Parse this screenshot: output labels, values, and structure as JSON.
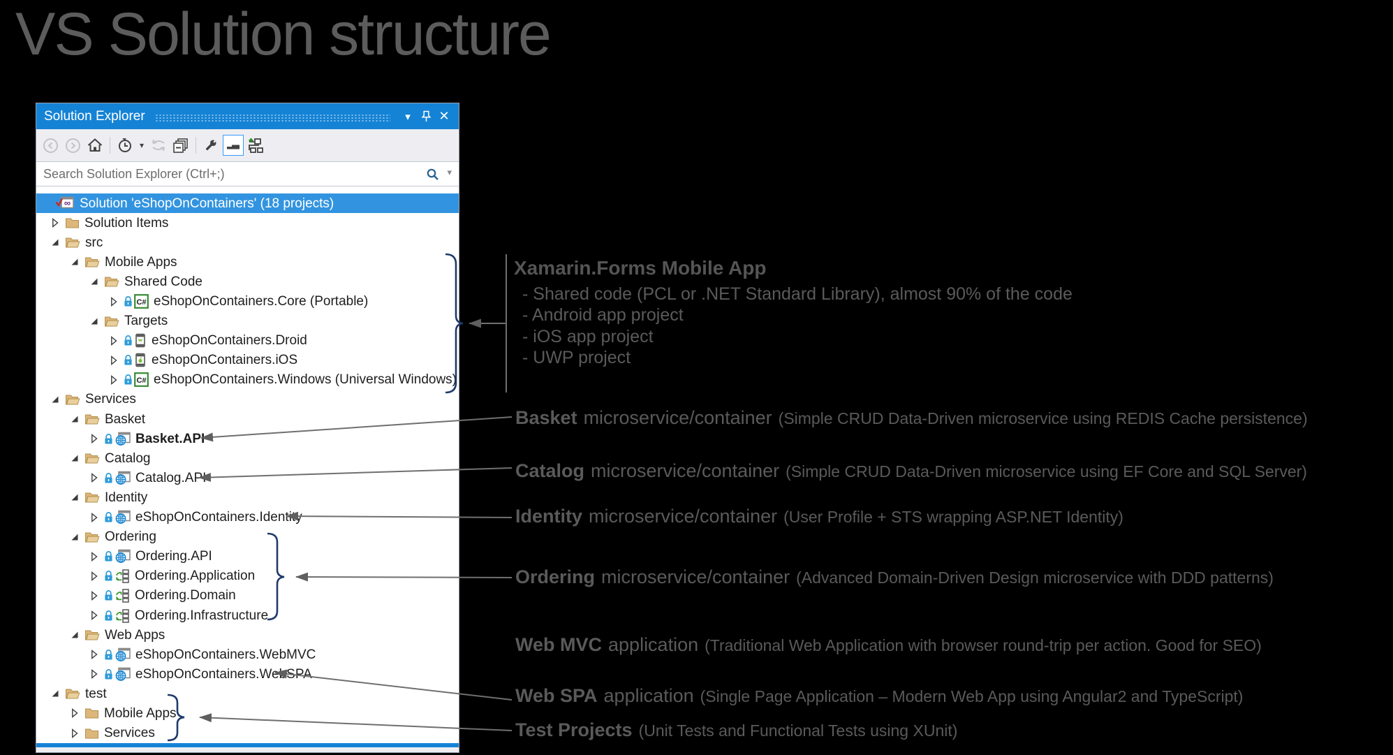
{
  "page": {
    "title": "VS Solution structure"
  },
  "panel": {
    "title": "Solution Explorer",
    "titlebar_buttons": [
      "window-position-menu",
      "pin",
      "close"
    ],
    "toolbar_icons": [
      "back",
      "forward",
      "home",
      "pending-changes-filter",
      "filter-dropdown",
      "sync-with-active-document",
      "collapse-all",
      "properties",
      "preview-selected-items",
      "new-solution-explorer-view"
    ],
    "search": {
      "placeholder": "Search Solution Explorer (Ctrl+;)",
      "value": ""
    },
    "tree": [
      {
        "level": 0,
        "expand": "none",
        "icon": "solution",
        "label": "Solution 'eShopOnContainers' (18 projects)",
        "selected": true
      },
      {
        "level": 1,
        "expand": "collapsed",
        "icon": "folder-closed",
        "label": "Solution Items"
      },
      {
        "level": 1,
        "expand": "expanded",
        "icon": "folder-open",
        "label": "src"
      },
      {
        "level": 2,
        "expand": "expanded",
        "icon": "folder-open",
        "label": "Mobile Apps"
      },
      {
        "level": 3,
        "expand": "expanded",
        "icon": "folder-open",
        "label": "Shared Code"
      },
      {
        "level": 4,
        "expand": "collapsed",
        "icon": "csharp",
        "lock": true,
        "label": "eShopOnContainers.Core (Portable)"
      },
      {
        "level": 3,
        "expand": "expanded",
        "icon": "folder-open",
        "label": "Targets"
      },
      {
        "level": 4,
        "expand": "collapsed",
        "icon": "android",
        "lock": true,
        "label": "eShopOnContainers.Droid"
      },
      {
        "level": 4,
        "expand": "collapsed",
        "icon": "ios",
        "lock": true,
        "label": "eShopOnContainers.iOS"
      },
      {
        "level": 4,
        "expand": "collapsed",
        "icon": "csharp",
        "lock": true,
        "label": "eShopOnContainers.Windows (Universal Windows)"
      },
      {
        "level": 1,
        "expand": "expanded",
        "icon": "folder-open",
        "label": "Services"
      },
      {
        "level": 2,
        "expand": "expanded",
        "icon": "folder-open",
        "label": "Basket"
      },
      {
        "level": 3,
        "expand": "collapsed",
        "icon": "web",
        "lock": true,
        "label": "Basket.API",
        "bold": true
      },
      {
        "level": 2,
        "expand": "expanded",
        "icon": "folder-open",
        "label": "Catalog"
      },
      {
        "level": 3,
        "expand": "collapsed",
        "icon": "web",
        "lock": true,
        "label": "Catalog.API"
      },
      {
        "level": 2,
        "expand": "expanded",
        "icon": "folder-open",
        "label": "Identity"
      },
      {
        "level": 3,
        "expand": "collapsed",
        "icon": "web",
        "lock": true,
        "label": "eShopOnContainers.Identity"
      },
      {
        "level": 2,
        "expand": "expanded",
        "icon": "folder-open",
        "label": "Ordering"
      },
      {
        "level": 3,
        "expand": "collapsed",
        "icon": "web",
        "lock": true,
        "label": "Ordering.API"
      },
      {
        "level": 3,
        "expand": "collapsed",
        "icon": "lib",
        "lock": true,
        "label": "Ordering.Application"
      },
      {
        "level": 3,
        "expand": "collapsed",
        "icon": "lib",
        "lock": true,
        "label": "Ordering.Domain"
      },
      {
        "level": 3,
        "expand": "collapsed",
        "icon": "lib",
        "lock": true,
        "label": "Ordering.Infrastructure"
      },
      {
        "level": 2,
        "expand": "expanded",
        "icon": "folder-open",
        "label": "Web Apps"
      },
      {
        "level": 3,
        "expand": "collapsed",
        "icon": "web",
        "lock": true,
        "label": "eShopOnContainers.WebMVC"
      },
      {
        "level": 3,
        "expand": "collapsed",
        "icon": "web",
        "lock": true,
        "label": "eShopOnContainers.WebSPA"
      },
      {
        "level": 1,
        "expand": "expanded",
        "icon": "folder-open",
        "label": "test"
      },
      {
        "level": 2,
        "expand": "collapsed",
        "icon": "folder-closed",
        "label": "Mobile Apps"
      },
      {
        "level": 2,
        "expand": "collapsed",
        "icon": "folder-closed",
        "label": "Services"
      }
    ]
  },
  "annotations": {
    "xamarin": {
      "title": "Xamarin.Forms Mobile App",
      "bullets": [
        "- Shared code (PCL or .NET Standard Library), almost 90% of the code",
        "- Android app project",
        "- iOS app project",
        "- UWP project"
      ]
    },
    "items": [
      {
        "title": "Basket",
        "mid": "microservice/container",
        "desc": "(Simple CRUD Data-Driven microservice using REDIS Cache persistence)"
      },
      {
        "title": "Catalog",
        "mid": "microservice/container",
        "desc": "(Simple CRUD Data-Driven microservice using EF Core and SQL Server)"
      },
      {
        "title": "Identity",
        "mid": "microservice/container",
        "desc": "(User Profile + STS wrapping ASP.NET Identity)"
      },
      {
        "title": "Ordering",
        "mid": "microservice/container",
        "desc": "(Advanced Domain-Driven Design microservice with DDD patterns)"
      },
      {
        "title": "Web MVC",
        "mid": "application",
        "desc": "(Traditional Web Application with browser round-trip per action. Good for SEO)"
      },
      {
        "title": "Web SPA",
        "mid": "application",
        "desc": "(Single Page Application – Modern Web App using Angular2 and TypeScript)"
      },
      {
        "title": "Test Projects",
        "mid": "",
        "desc": "(Unit Tests and Functional Tests using XUnit)"
      }
    ]
  },
  "colors": {
    "titlebar_blue": "#1583d5",
    "selection_blue": "#3294e0",
    "folder_tan": "#dcb67a",
    "brace_navy": "#1f3a6a",
    "leader_gray": "#6f6f6f",
    "annotation_gray": "#5a5a5a",
    "lock_blue": "#2e9cd8",
    "csharp_green": "#388a34",
    "globe_blue": "#1e88d2",
    "vs_purple": "#68217a",
    "check_red": "#cc2b1d"
  }
}
